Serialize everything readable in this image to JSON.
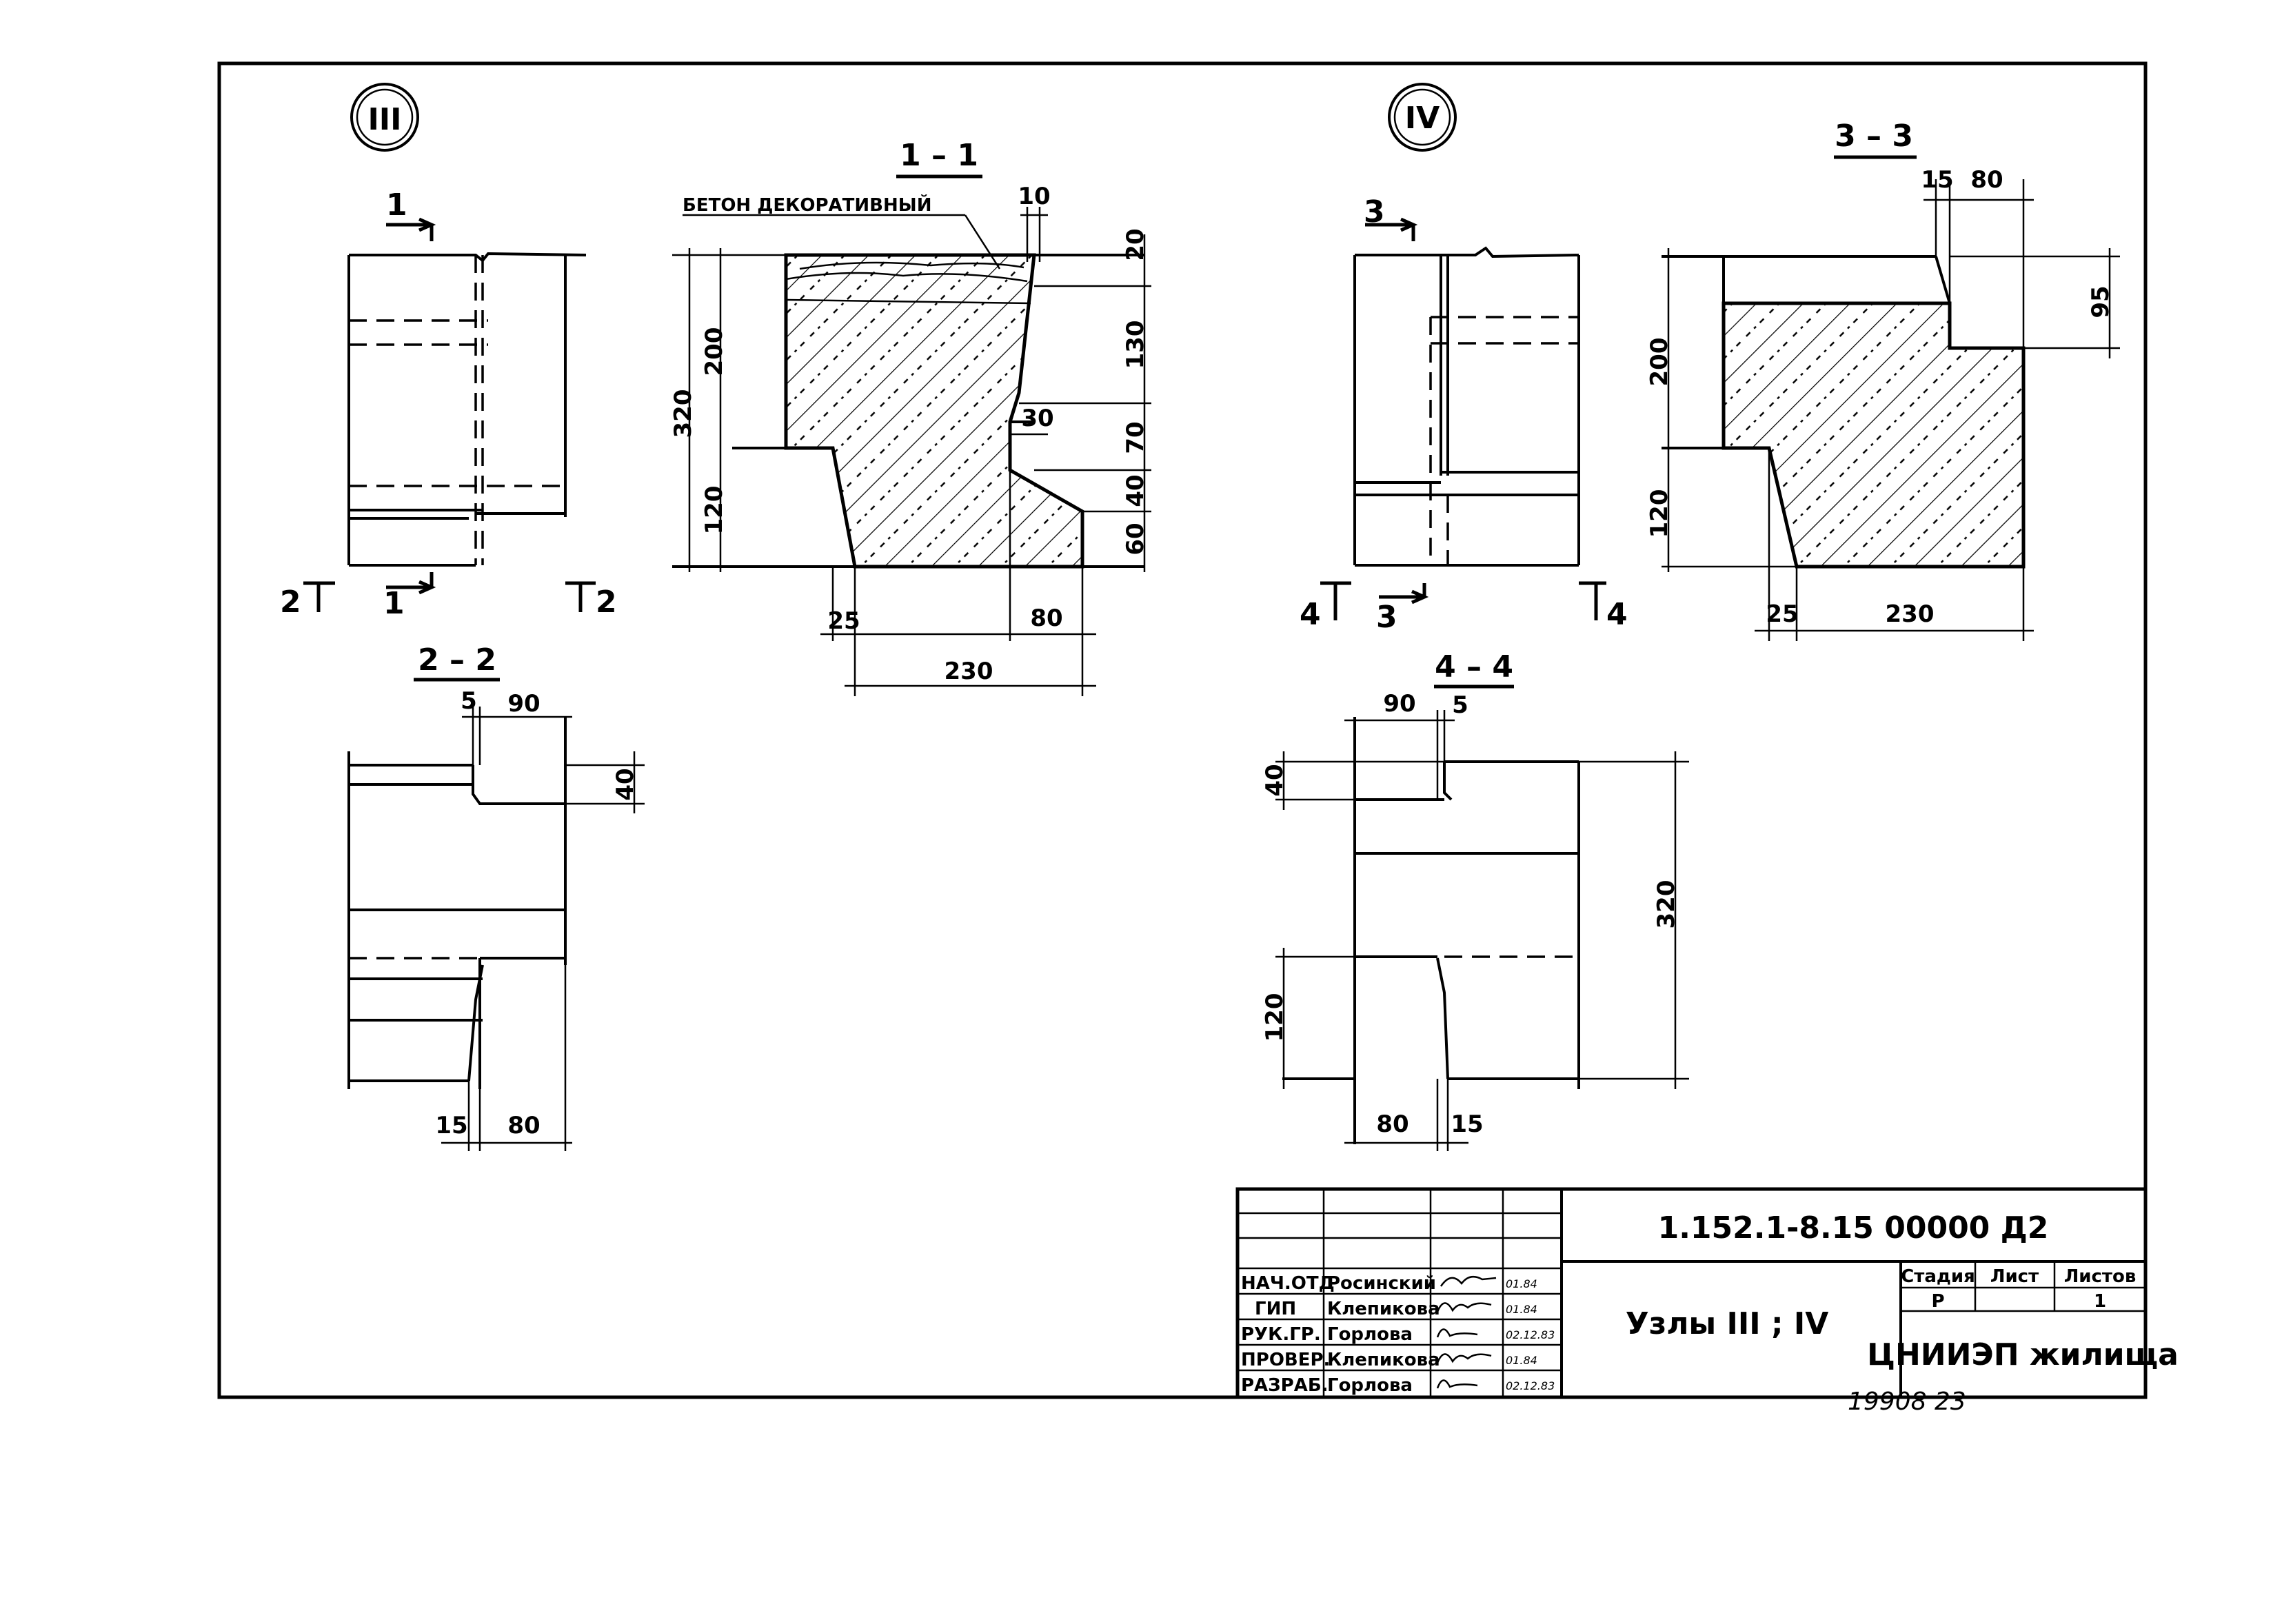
{
  "drawing": {
    "callouts": {
      "node3": "III",
      "node4": "IV"
    },
    "section_titles": {
      "s11": "1 – 1",
      "s22": "2 – 2",
      "s33": "3 – 3",
      "s44": "4 – 4"
    },
    "material_note": "БЕТОН ДЕКОРАТИВНЫЙ",
    "cut_markers": {
      "m1": "1",
      "m2": "2",
      "m3": "3",
      "m4": "4"
    },
    "dimensions": {
      "s11": {
        "d10": "10",
        "d20": "20",
        "d130": "130",
        "d30": "30",
        "d70": "70",
        "d40": "40",
        "d60": "60",
        "d200": "200",
        "d320": "320",
        "d120": "120",
        "d25": "25",
        "d80": "80",
        "d230": "230"
      },
      "s22": {
        "d5": "5",
        "d90": "90",
        "d40": "40",
        "d15": "15",
        "d80": "80"
      },
      "s33": {
        "d15": "15",
        "d80": "80",
        "d95": "95",
        "d200": "200",
        "d120": "120",
        "d25": "25",
        "d230": "230"
      },
      "s44": {
        "d90": "90",
        "d5": "5",
        "d40": "40",
        "d320": "320",
        "d120": "120",
        "d80": "80",
        "d15": "15"
      }
    }
  },
  "title_block": {
    "doc_code": "1.152.1-8.15  00000  Д2",
    "title": "Узлы III ; IV",
    "stage_label": "Стадия",
    "sheet_label": "Лист",
    "sheets_label": "Листов",
    "stage": "Р",
    "sheet": "",
    "sheets": "1",
    "organization": "ЦНИИЭП жилища",
    "roles": [
      {
        "role": "НАЧ.ОТД",
        "name": "Росинский",
        "date": "01.84"
      },
      {
        "role": "ГИП",
        "name": "Клепикова",
        "date": "01.84"
      },
      {
        "role": "РУК.ГР.",
        "name": "Горлова",
        "date": "02.12.83"
      },
      {
        "role": "ПРОВЕР.",
        "name": "Клепикова",
        "date": "01.84"
      },
      {
        "role": "РАЗРАБ.",
        "name": "Горлова",
        "date": "02.12.83"
      }
    ]
  },
  "footer_note": "19908  23"
}
